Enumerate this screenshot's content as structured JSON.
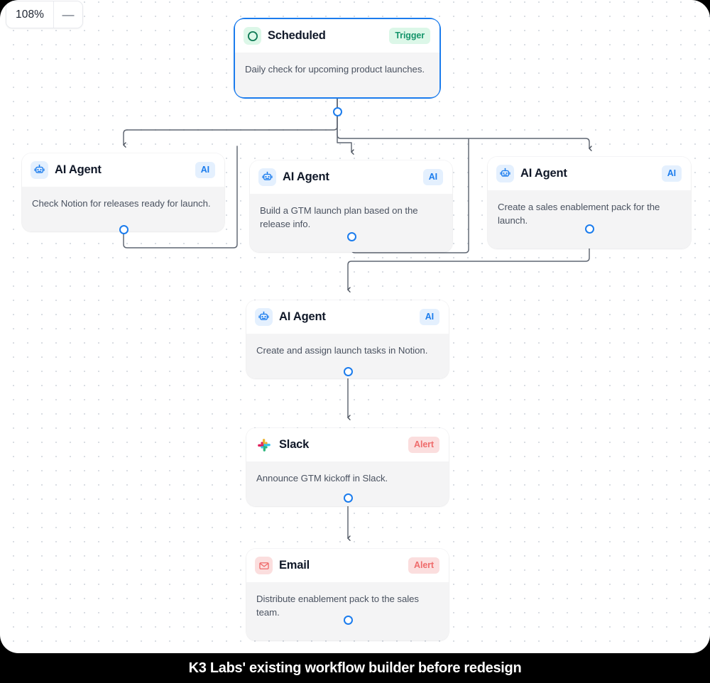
{
  "canvas": {
    "zoom_level": "108%",
    "zoom_out_label": "—"
  },
  "caption": "K3 Labs' existing workflow builder before redesign",
  "colors": {
    "accent_blue": "#1b7ced",
    "trigger_green_text": "#15956b",
    "trigger_green_bg": "#dcf7e8",
    "ai_blue_text": "#1b7ced",
    "ai_blue_bg": "#e4f0fe",
    "alert_red_text": "#ef6b6b",
    "alert_red_bg": "#fbdede",
    "node_body_bg": "#f4f4f5",
    "edge_stroke": "#5f6672"
  },
  "nodes": [
    {
      "id": "scheduled",
      "title": "Scheduled",
      "badge": "Trigger",
      "badge_kind": "trigger",
      "icon": "clock-circle-icon",
      "description": "Daily check for upcoming product launches.",
      "selected": true
    },
    {
      "id": "agent-notion-check",
      "title": "AI Agent",
      "badge": "AI",
      "badge_kind": "ai",
      "icon": "robot-icon",
      "description": "Check Notion for releases ready for launch.",
      "selected": false
    },
    {
      "id": "agent-gtm-plan",
      "title": "AI Agent",
      "badge": "AI",
      "badge_kind": "ai",
      "icon": "robot-icon",
      "description": "Build a GTM launch plan based on the release info.",
      "selected": false
    },
    {
      "id": "agent-sales-pack",
      "title": "AI Agent",
      "badge": "AI",
      "badge_kind": "ai",
      "icon": "robot-icon",
      "description": "Create a sales enablement pack for the launch.",
      "selected": false
    },
    {
      "id": "agent-launch-tasks",
      "title": "AI Agent",
      "badge": "AI",
      "badge_kind": "ai",
      "icon": "robot-icon",
      "description": "Create and assign launch tasks in Notion.",
      "selected": false
    },
    {
      "id": "slack",
      "title": "Slack",
      "badge": "Alert",
      "badge_kind": "alert",
      "icon": "slack-icon",
      "description": "Announce GTM kickoff in Slack.",
      "selected": false
    },
    {
      "id": "email",
      "title": "Email",
      "badge": "Alert",
      "badge_kind": "alert",
      "icon": "envelope-icon",
      "description": "Distribute enablement pack to the sales team.",
      "selected": false
    }
  ]
}
